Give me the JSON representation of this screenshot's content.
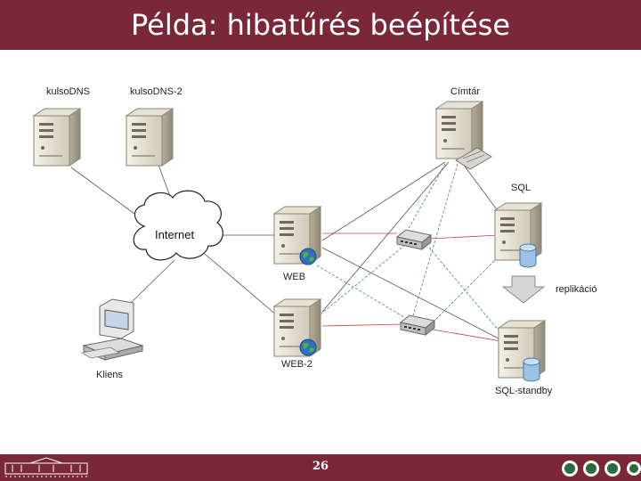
{
  "slide": {
    "title": "Példa: hibatűrés beépítése",
    "page_number": "26"
  },
  "diagram": {
    "nodes": {
      "kulso_dns": "kulsoDNS",
      "kulso_dns_2": "kulsoDNS-2",
      "cimtar": "Címtár",
      "sql": "SQL",
      "internet": "Internet",
      "web": "WEB",
      "replikacio": "replikáció",
      "web_2": "WEB-2",
      "kliens": "Kliens",
      "sql_standby": "SQL-standby"
    },
    "colors": {
      "red_link": "#c9413a",
      "blue_link": "#4a7aa8",
      "black_link": "#555555",
      "bar": "#7a2838"
    }
  }
}
